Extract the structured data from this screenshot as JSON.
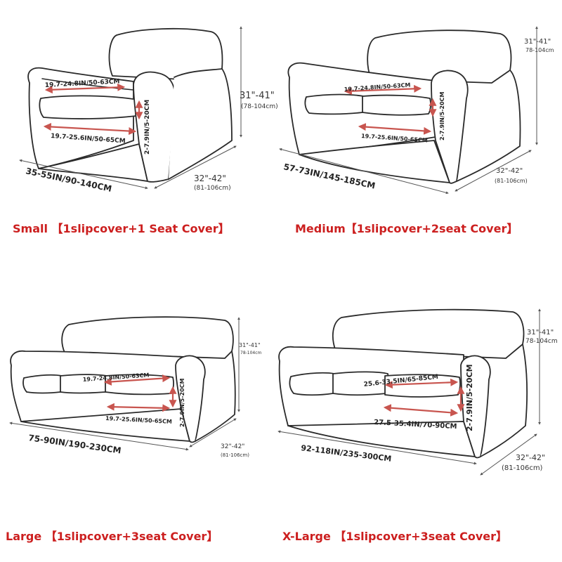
{
  "panels": {
    "small": {
      "caption": "Small 【1slipcover+1 Seat Cover】",
      "back_width": "19.7-24.8IN/50-63CM",
      "seat_width": "19.7-25.6IN/50-65CM",
      "seat_height": "2-7.9IN/5-20CM",
      "height_in": "31\"-41\"",
      "height_cm": "(78-104cm)",
      "depth_in": "32\"-42\"",
      "depth_cm": "(81-106cm)",
      "total_width": "35-55IN/90-140CM"
    },
    "medium": {
      "caption": "Medium【1slipcover+2seat Cover】",
      "back_width": "19.7-24.8IN/50-63CM",
      "seat_width": "19.7-25.6IN/50-65CM",
      "seat_height": "2-7.9IN/5-20CM",
      "height_in": "31\"-41\"",
      "height_cm": "78-104cm",
      "depth_in": "32\"-42\"",
      "depth_cm": "(81-106cm)",
      "total_width": "57-73IN/145-185CM"
    },
    "large": {
      "caption": "Large 【1slipcover+3seat Cover】",
      "back_width": "19.7-24.8IN/50-63CM",
      "seat_width": "19.7-25.6IN/50-65CM",
      "seat_height": "2-7.9IN/5-20CM",
      "height_in": "31\"-41\"",
      "height_cm": "78-104cm",
      "depth_in": "32\"-42\"",
      "depth_cm": "(81-106cm)",
      "total_width": "75-90IN/190-230CM"
    },
    "xlarge": {
      "caption": "X-Large 【1slipcover+3seat Cover】",
      "back_width": "25.6-33.5IN/65-85CM",
      "seat_width": "27.5-35.4IN/70-90CM",
      "seat_height": "2-7.9IN/5-20CM",
      "height_in": "31\"-41\"",
      "height_cm": "78-104cm",
      "depth_in": "32\"-42\"",
      "depth_cm": "(81-106cm)",
      "total_width": "92-118IN/235-300CM"
    }
  },
  "colors": {
    "caption": "#cc1f1f",
    "arrow": "#c8554f",
    "outline": "#2a2a2a"
  }
}
